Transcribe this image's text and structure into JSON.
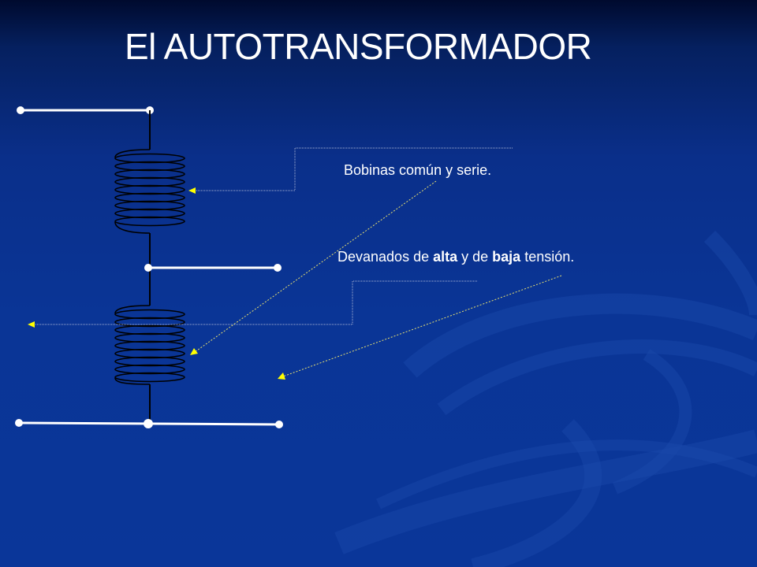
{
  "slide": {
    "title": "El AUTOTRANSFORMADOR",
    "label_coils": "Bobinas común y serie.",
    "label_windings": {
      "part1": "Devanados de ",
      "bold1": "alta",
      "part2": " y de ",
      "bold2": "baja",
      "part3": " tensión."
    }
  },
  "colors": {
    "background": "#0a3596",
    "text": "#ffffff",
    "arrow": "#ffff00",
    "callout_line": "#9aa6c8",
    "coil": "#000000"
  }
}
